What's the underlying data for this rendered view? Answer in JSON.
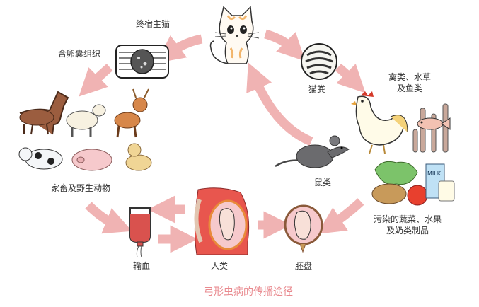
{
  "title": "弓形虫病的传播途径",
  "colors": {
    "arrow": "#f0b3b3",
    "title": "#e98a8f",
    "label": "#333333"
  },
  "nodes": {
    "cat": {
      "label": "终宿主猫",
      "icon": "cat-icon"
    },
    "cat_feces": {
      "label": "猫粪",
      "icon": "oocyst-icon"
    },
    "poultry_fish": {
      "label_line1": "禽类、水草",
      "label_line2": "及鱼类",
      "icon": "chicken-fish-icon"
    },
    "rodents": {
      "label": "鼠类",
      "icon": "mouse-icon"
    },
    "contaminated_food": {
      "label_line1": "污染的蔬菜、水果",
      "label_line2": "及奶类制品",
      "icon": "vegetables-milk-icon",
      "milk_text": "MILK"
    },
    "placenta": {
      "label": "胚盘",
      "icon": "fetus-placenta-icon"
    },
    "human": {
      "label": "人类",
      "icon": "pregnant-woman-icon"
    },
    "transfusion": {
      "label": "输血",
      "icon": "blood-bag-icon"
    },
    "livestock": {
      "label": "家畜及野生动物",
      "icon": "livestock-icon"
    },
    "cyst_tissue": {
      "label": "含卵囊组织",
      "icon": "tissue-cyst-icon"
    }
  }
}
